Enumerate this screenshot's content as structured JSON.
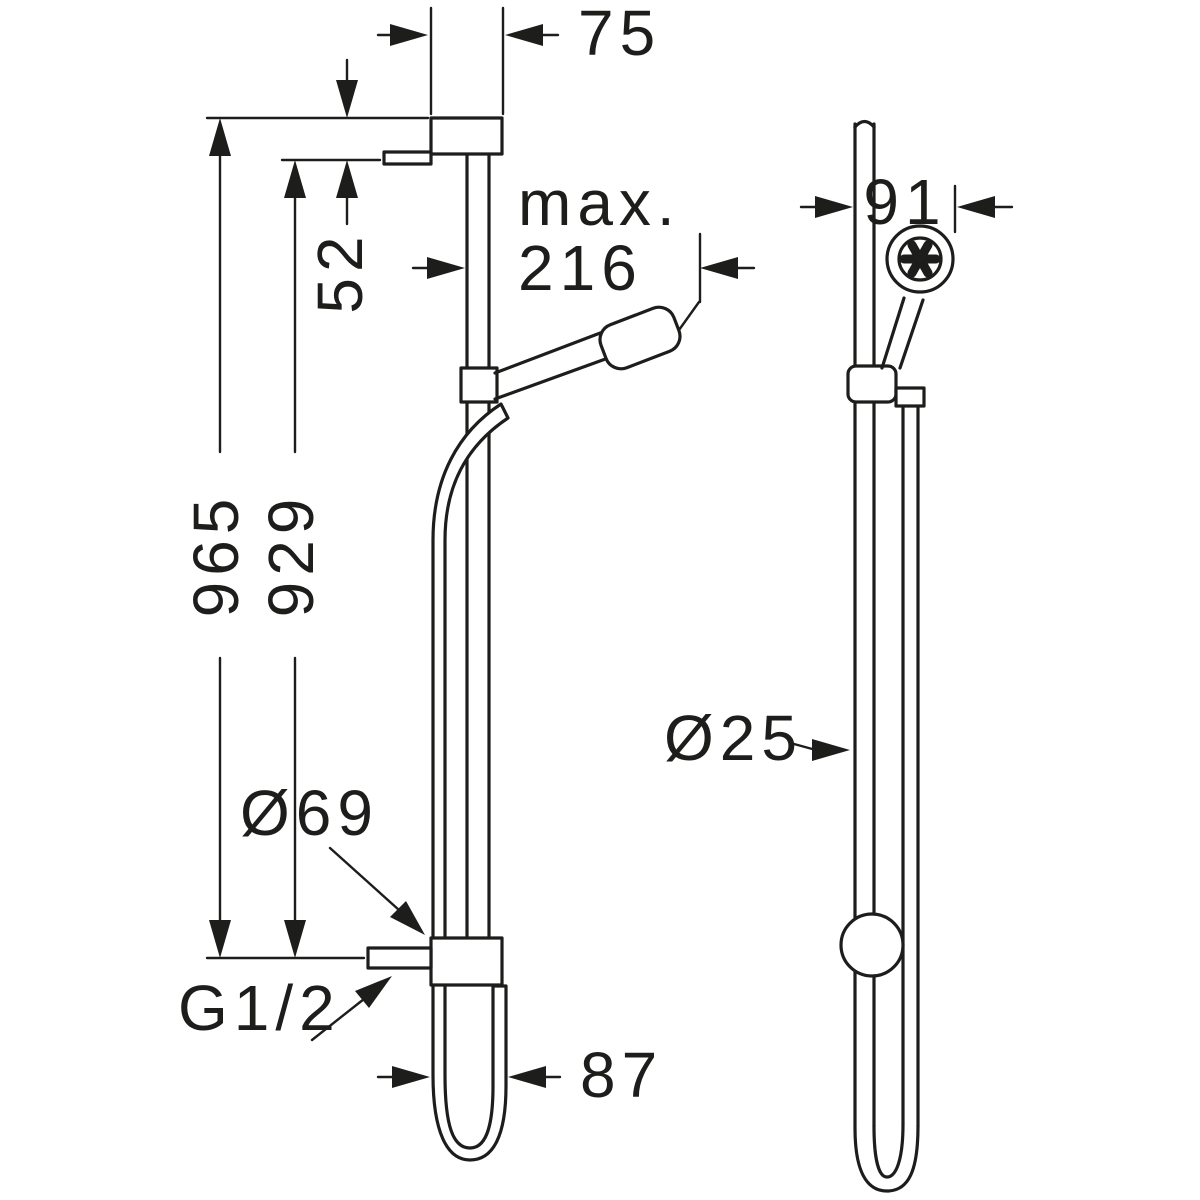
{
  "drawing": {
    "type": "technical-dimension-diagram",
    "subject": "shower rail set with hand shower and hose (front and side view)",
    "colors": {
      "line": "#1d1d1b",
      "background": "#ffffff"
    }
  },
  "labels": {
    "dim_75": "75",
    "dim_52": "52",
    "dim_max": "max.",
    "dim_216": "216",
    "dim_965": "965",
    "dim_929": "929",
    "dim_dia69": "Ø69",
    "dim_g12": "G1/2",
    "dim_87": "87",
    "dim_91": "91",
    "dim_dia25": "Ø25"
  }
}
